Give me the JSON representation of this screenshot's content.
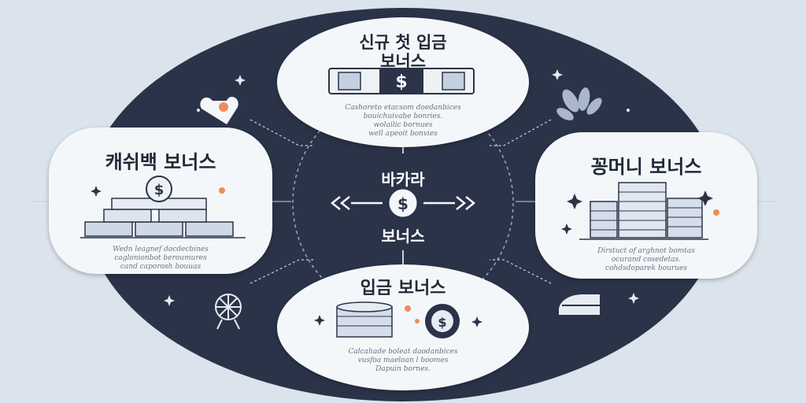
{
  "center": {
    "title_top": "바카라",
    "title_bottom": "보너스",
    "icon": "dollar-coin-icon"
  },
  "nodes": {
    "top": {
      "title_line1": "신규 첫 입금",
      "title_line2": "보너스",
      "caption": [
        "Cashoreto etacsom doedanbices",
        "bouichuivabe bonries.",
        "wolailic bornues",
        "well apeoit bonvies"
      ],
      "icon": "cash-banknote-icon"
    },
    "left": {
      "title": "캐쉬백 보너스",
      "caption": [
        "Wedn leagnef docdecbines",
        "caglonionbot beroumures",
        "cand caporosh bouuas"
      ],
      "icon": "coin-stack-icon"
    },
    "right": {
      "title": "꽁머니 보너스",
      "caption": [
        "Dirstuct of arghnot bomtas",
        "ocurand cosedetas.",
        "cohdsdoparek bourues"
      ],
      "icon": "chip-stack-icon"
    },
    "bottom": {
      "title": "입금 보너스",
      "caption": [
        "Calcahade boleat daodanbices",
        "vusfoa maeloan l boomes",
        "Dapuin bornes."
      ],
      "icon": "casino-chip-icon"
    }
  },
  "decorations": [
    "heart-icon",
    "leaf-icon",
    "ferris-wheel-icon",
    "sparkle-icon"
  ],
  "colors": {
    "background": "#dbe3ec",
    "navy": "#2b3348",
    "bubble": "#f4f7fa",
    "accent_orange": "#f08a5d",
    "icon_blue": "#8ea3c7"
  }
}
